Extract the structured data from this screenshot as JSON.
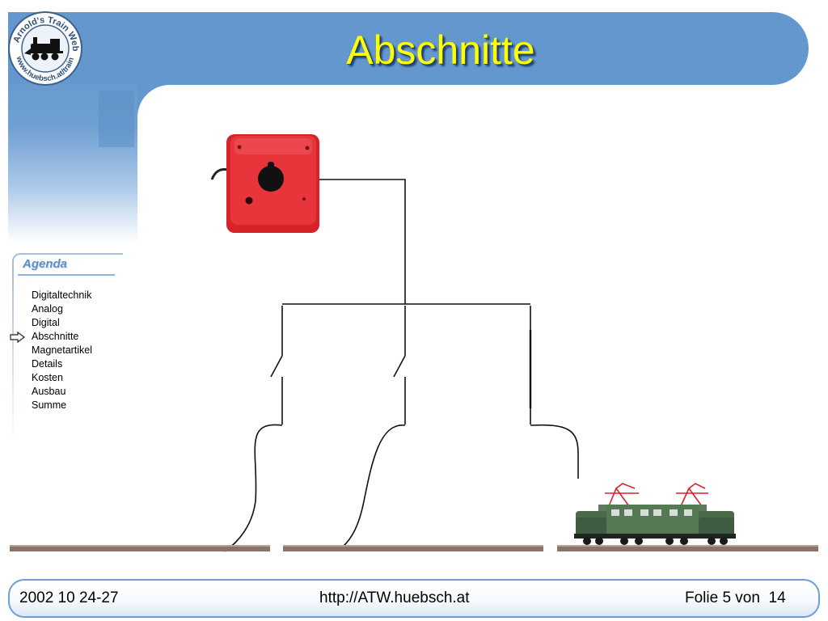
{
  "slide": {
    "title": "Abschnitte"
  },
  "logo": {
    "text": "Arnold's Train Web www.huebsch.at/train",
    "icon": "locomotive-icon"
  },
  "agenda": {
    "title": "Agenda",
    "items": [
      "Digitaltechnik",
      "Analog",
      "Digital",
      "Abschnitte",
      "Magnetartikel",
      "Details",
      "Kosten",
      "Ausbau",
      "Summe"
    ],
    "current_item": "Abschnitte",
    "current_icon": "arrow-right-icon"
  },
  "diagram": {
    "controller_icon": "red-transformer-controller",
    "locomotive_icon": "green-electric-locomotive",
    "track_sections": 3,
    "switches": 2
  },
  "footer": {
    "date": "2002 10 24-27",
    "url": "http://ATW.huebsch.at",
    "slide_label": "Folie 5 von  14"
  },
  "colors": {
    "header_blue": "#6497cd",
    "title_yellow": "#ffff00",
    "agenda_blue": "#5d8ec4",
    "controller_red": "#e0282e",
    "loco_green": "#4a6a4a",
    "rail_brown": "#8a7468"
  }
}
